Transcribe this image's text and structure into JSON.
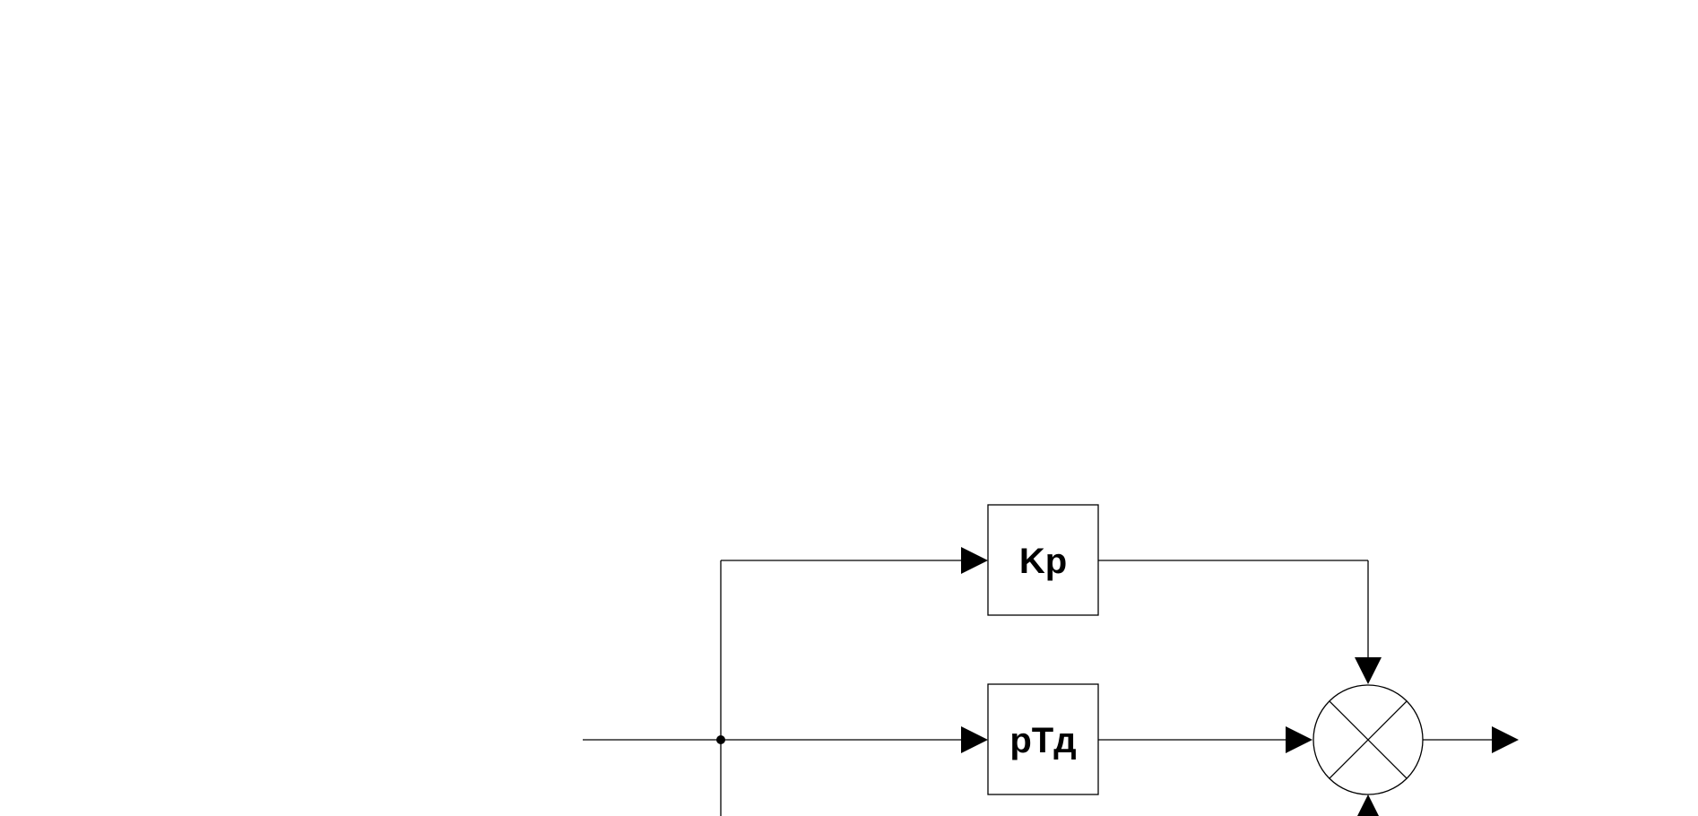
{
  "diagram": {
    "blocks": {
      "gain": {
        "label": "Kp"
      },
      "derivative": {
        "label": "pTд"
      }
    },
    "summer": {
      "symbol": "cross"
    }
  }
}
